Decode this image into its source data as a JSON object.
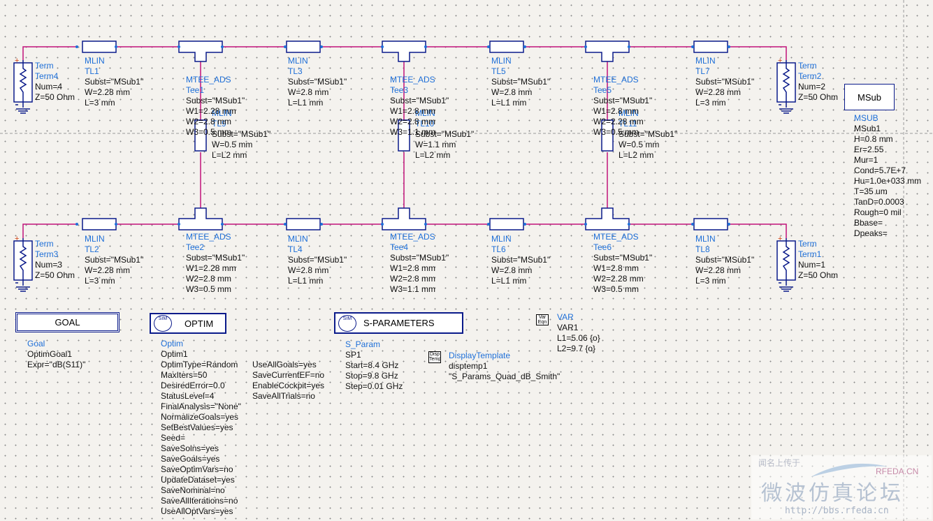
{
  "colors": {
    "wire": "#c2137a",
    "component": "#0a1a8a",
    "label_blue": "#1e6fd8",
    "ground": "#0a1a8a"
  },
  "terms": {
    "term4": {
      "type": "Term",
      "name": "Term4",
      "num": "Num=4",
      "z": "Z=50 Ohm"
    },
    "term2": {
      "type": "Term",
      "name": "Term2",
      "num": "Num=2",
      "z": "Z=50 Ohm"
    },
    "term3": {
      "type": "Term",
      "name": "Term3",
      "num": "Num=3",
      "z": "Z=50 Ohm"
    },
    "term1": {
      "type": "Term",
      "name": "Term1",
      "num": "Num=1",
      "z": "Z=50 Ohm"
    }
  },
  "mlin": {
    "tl1": {
      "type": "MLIN",
      "name": "TL1",
      "subst": "Subst=\"MSub1\"",
      "w": "W=2.28 mm",
      "l": "L=3 mm"
    },
    "tl3": {
      "type": "MLIN",
      "name": "TL3",
      "subst": "Subst=\"MSub1\"",
      "w": "W=2.8 mm",
      "l": "L=L1 mm"
    },
    "tl5": {
      "type": "MLIN",
      "name": "TL5",
      "subst": "Subst=\"MSub1\"",
      "w": "W=2.8 mm",
      "l": "L=L1 mm"
    },
    "tl7": {
      "type": "MLIN",
      "name": "TL7",
      "subst": "Subst=\"MSub1\"",
      "w": "W=2.28 mm",
      "l": "L=3 mm"
    },
    "tl2": {
      "type": "MLIN",
      "name": "TL2",
      "subst": "Subst=\"MSub1\"",
      "w": "W=2.28 mm",
      "l": "L=3 mm"
    },
    "tl4": {
      "type": "MLIN",
      "name": "TL4",
      "subst": "Subst=\"MSub1\"",
      "w": "W=2.8 mm",
      "l": "L=L1 mm"
    },
    "tl6": {
      "type": "MLIN",
      "name": "TL6",
      "subst": "Subst=\"MSub1\"",
      "w": "W=2.8 mm",
      "l": "L=L1 mm"
    },
    "tl8": {
      "type": "MLIN",
      "name": "TL8",
      "subst": "Subst=\"MSub1\"",
      "w": "W=2.28 mm",
      "l": "L=3 mm"
    },
    "tl9": {
      "type": "MLIN",
      "name": "TL9",
      "subst": "Subst=\"MSub1\"",
      "w": "W=0.5 mm",
      "l": "L=L2 mm"
    },
    "tl10": {
      "type": "MLIN",
      "name": "TL10",
      "subst": "Subst=\"MSub1\"",
      "w": "W=1.1 mm",
      "l": "L=L2 mm"
    },
    "tl11": {
      "type": "MLIN",
      "name": "TL11",
      "subst": "Subst=\"MSub1\"",
      "w": "W=0.5 mm",
      "l": "L=L2 mm"
    }
  },
  "tees": {
    "tee1": {
      "type": "MTEE_ADS",
      "name": "Tee1",
      "subst": "Subst=\"MSub1\"",
      "w1": "W1=2.28 mm",
      "w2": "W2=2.8 mm",
      "w3": "W3=0.5 mm"
    },
    "tee3": {
      "type": "MTEE_ADS",
      "name": "Tee3",
      "subst": "Subst=\"MSub1\"",
      "w1": "W1=2.8 mm",
      "w2": "W2=2.8 mm",
      "w3": "W3=1.1 mm"
    },
    "tee5": {
      "type": "MTEE_ADS",
      "name": "Tee5",
      "subst": "Subst=\"MSub1\"",
      "w1": "W1=2.8 mm",
      "w2": "W2=2.28 mm",
      "w3": "W3=0.5 mm"
    },
    "tee2": {
      "type": "MTEE_ADS",
      "name": "Tee2",
      "subst": "Subst=\"MSub1\"",
      "w1": "W1=2.28 mm",
      "w2": "W2=2.8 mm",
      "w3": "W3=0.5 mm"
    },
    "tee4": {
      "type": "MTEE_ADS",
      "name": "Tee4",
      "subst": "Subst=\"MSub1\"",
      "w1": "W1=2.8 mm",
      "w2": "W2=2.8 mm",
      "w3": "W3=1.1 mm"
    },
    "tee6": {
      "type": "MTEE_ADS",
      "name": "Tee6",
      "subst": "Subst=\"MSub1\"",
      "w1": "W1=2.8 mm",
      "w2": "W2=2.28 mm",
      "w3": "W3=0.5 mm"
    }
  },
  "msub": {
    "box": "MSub",
    "type": "MSUB",
    "name": "MSub1",
    "params": [
      "H=0.8 mm",
      "Er=2.55",
      "Mur=1",
      "Cond=5.7E+7",
      "Hu=1.0e+033 mm",
      "T=35 um",
      "TanD=0.0003",
      "Rough=0 mil",
      "Bbase=",
      "Dpeaks="
    ]
  },
  "goal": {
    "box": "GOAL",
    "type": "Goal",
    "name": "OptimGoal1",
    "expr": "Expr=\"dB(S11)\""
  },
  "optim": {
    "box": "OPTIM",
    "type": "Optim",
    "name": "Optim1",
    "params_col1": [
      "OptimType=Random",
      "MaxIters=50",
      "DesiredError=0.0",
      "StatusLevel=4",
      "FinalAnalysis=\"None\"",
      "NormalizeGoals=yes",
      "SetBestValues=yes",
      "Seed=",
      "SaveSolns=yes",
      "SaveGoals=yes",
      "SaveOptimVars=no",
      "UpdateDataset=yes",
      "SaveNominal=no",
      "SaveAllIterations=no",
      "UseAllOptVars=yes"
    ],
    "params_col2": [
      "UseAllGoals=yes",
      "SaveCurrentEF=no",
      "EnableCockpit=yes",
      "SaveAllTrials=no"
    ]
  },
  "sparam": {
    "box": "S-PARAMETERS",
    "type": "S_Param",
    "name": "SP1",
    "params": [
      "Start=8.4 GHz",
      "Stop=9.8 GHz",
      "Step=0.01 GHz"
    ]
  },
  "display": {
    "badge": "Disp Temp",
    "type": "DisplayTemplate",
    "name": "disptemp1",
    "value": "\"S_Params_Quad_dB_Smith\""
  },
  "var": {
    "badge": "Var Eqn",
    "type": "VAR",
    "name": "VAR1",
    "params": [
      "L1=5.06 {o}",
      "L2=9.7 {o}"
    ]
  },
  "logo_text": "SIM",
  "watermark": {
    "line1": "闻名上传于",
    "brand": "RFEDA.CN",
    "cn": "微波仿真论坛",
    "url": "http://bbs.rfeda.cn"
  }
}
